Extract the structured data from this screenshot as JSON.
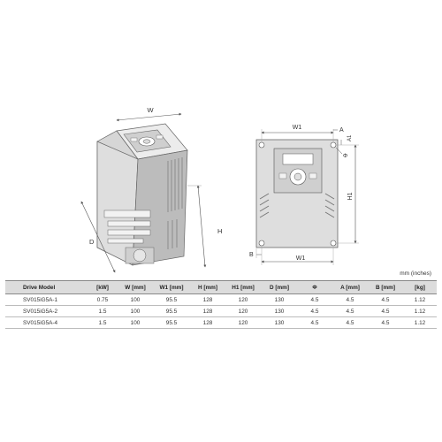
{
  "iso_view": {
    "labels": {
      "w": "W",
      "d": "D",
      "h": "H"
    }
  },
  "front_view": {
    "labels": {
      "w1_top": "W1",
      "a": "A",
      "a1": "A1",
      "phi": "Φ",
      "h1": "H1",
      "b": "B",
      "w1_bottom": "W1"
    }
  },
  "table": {
    "unit_note": "mm (inches)",
    "headers": [
      "Drive Model",
      "[kW]",
      "W [mm]",
      "W1 [mm]",
      "H [mm]",
      "H1 [mm]",
      "D [mm]",
      "Φ",
      "A [mm]",
      "B [mm]",
      "[kg]"
    ],
    "rows": [
      [
        "SV015iG5A-1",
        "0.75",
        "100",
        "95.5",
        "128",
        "120",
        "130",
        "4.5",
        "4.5",
        "4.5",
        "1.12"
      ],
      [
        "SV015iG5A-2",
        "1.5",
        "100",
        "95.5",
        "128",
        "120",
        "130",
        "4.5",
        "4.5",
        "4.5",
        "1.12"
      ],
      [
        "SV015iG5A-4",
        "1.5",
        "100",
        "95.5",
        "128",
        "120",
        "130",
        "4.5",
        "4.5",
        "4.5",
        "1.12"
      ]
    ]
  },
  "colors": {
    "body_front": "#dedede",
    "body_top": "#ececec",
    "body_side": "#bcbcbc",
    "line": "#555555",
    "header_bg": "#dcdcdc"
  }
}
